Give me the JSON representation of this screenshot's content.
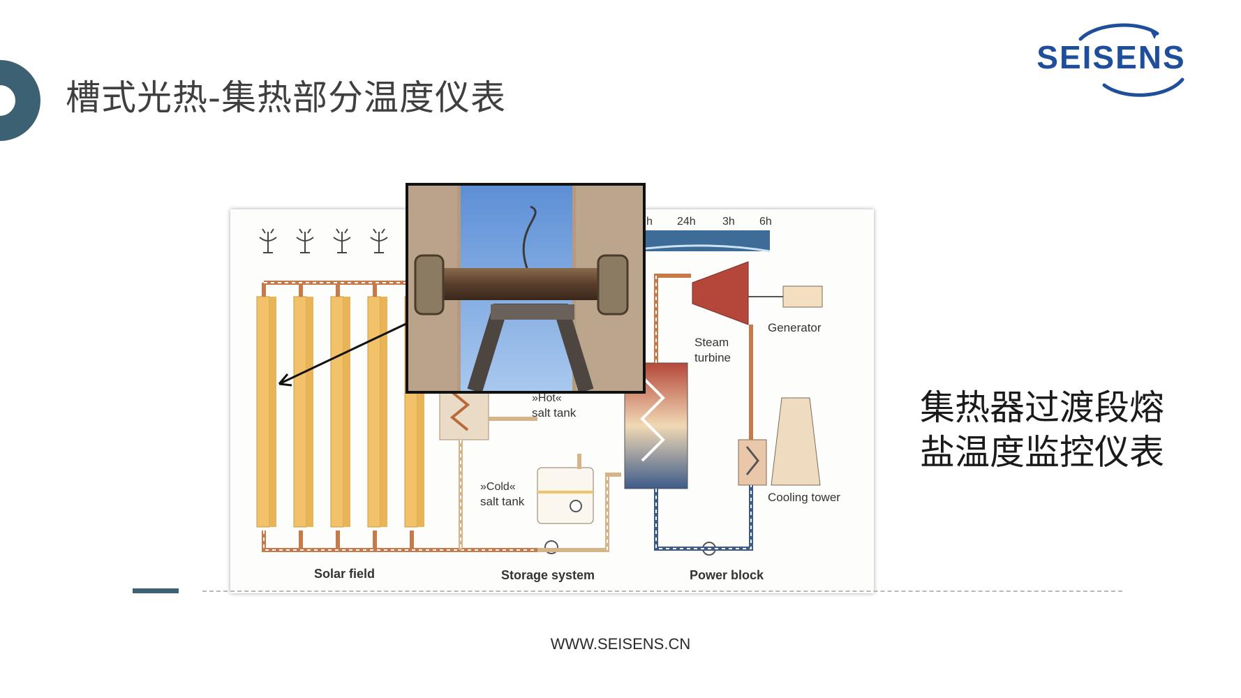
{
  "slide": {
    "title": "槽式光热-集热部分温度仪表",
    "side_text_line1": "集热器过渡段熔",
    "side_text_line2": "盐温度监控仪表",
    "footer_url": "WWW.SEISENS.CN"
  },
  "logo": {
    "text": "SEISENS",
    "color": "#1f4e9a"
  },
  "diagram": {
    "labels": {
      "solar_field": "Solar field",
      "storage_system": "Storage system",
      "power_block": "Power block",
      "hot_tank_1": "»Hot«",
      "hot_tank_2": "salt tank",
      "cold_tank_1": "»Cold«",
      "cold_tank_2": "salt tank",
      "generator": "Generator",
      "steam_turbine_1": "Steam",
      "steam_turbine_2": "turbine",
      "cooling_tower": "Cooling tower"
    },
    "timeline": [
      "h",
      "24h",
      "3h",
      "6h"
    ]
  },
  "colors": {
    "accent": "#3c6173",
    "title": "#3f3f3f",
    "mirror": "#f2c26a",
    "hot_pipe": "#c8794a",
    "cold_pipe": "#3d5b8a",
    "turbine": "#b5473a"
  }
}
